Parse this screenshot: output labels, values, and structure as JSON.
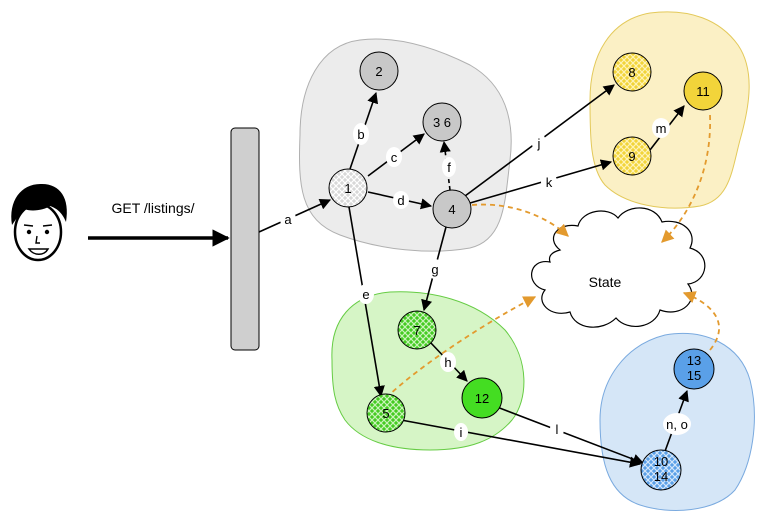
{
  "request": {
    "label": "GET /listings/"
  },
  "state": {
    "label": "State"
  },
  "regions": [
    {
      "id": "gray",
      "fill": "#ececec",
      "stroke": "#b0b0b0"
    },
    {
      "id": "yellow",
      "fill": "#fbf0c5",
      "stroke": "#e3c95a"
    },
    {
      "id": "green",
      "fill": "#d6f5c6",
      "stroke": "#66cc44"
    },
    {
      "id": "blue",
      "fill": "#d5e6f7",
      "stroke": "#7aaadf"
    }
  ],
  "nodes": [
    {
      "id": "n1",
      "label": "1"
    },
    {
      "id": "n2",
      "label": "2"
    },
    {
      "id": "n36",
      "label": "3 6"
    },
    {
      "id": "n4",
      "label": "4"
    },
    {
      "id": "n7",
      "label": "7"
    },
    {
      "id": "n5",
      "label": "5"
    },
    {
      "id": "n12",
      "label": "12"
    },
    {
      "id": "n8",
      "label": "8"
    },
    {
      "id": "n9",
      "label": "9"
    },
    {
      "id": "n11",
      "label": "11"
    },
    {
      "id": "n1015",
      "label_line1": "10",
      "label_line2": "14"
    },
    {
      "id": "n1315",
      "label_line1": "13",
      "label_line2": "15"
    }
  ],
  "edges": [
    {
      "id": "a",
      "label": "a"
    },
    {
      "id": "b",
      "label": "b"
    },
    {
      "id": "c",
      "label": "c"
    },
    {
      "id": "d",
      "label": "d"
    },
    {
      "id": "e",
      "label": "e"
    },
    {
      "id": "f",
      "label": "f"
    },
    {
      "id": "g",
      "label": "g"
    },
    {
      "id": "h",
      "label": "h"
    },
    {
      "id": "i",
      "label": "i"
    },
    {
      "id": "j",
      "label": "j"
    },
    {
      "id": "k",
      "label": "k"
    },
    {
      "id": "l",
      "label": "l"
    },
    {
      "id": "m",
      "label": "m"
    },
    {
      "id": "no",
      "label": "n, o"
    }
  ],
  "colors": {
    "gray_node": "#c8c8c8",
    "green_node": "#44cc22",
    "yellow_node": "#f2d43a",
    "blue_node": "#5aa0e8",
    "state_link": "#e39a2e",
    "edge": "#000000"
  }
}
